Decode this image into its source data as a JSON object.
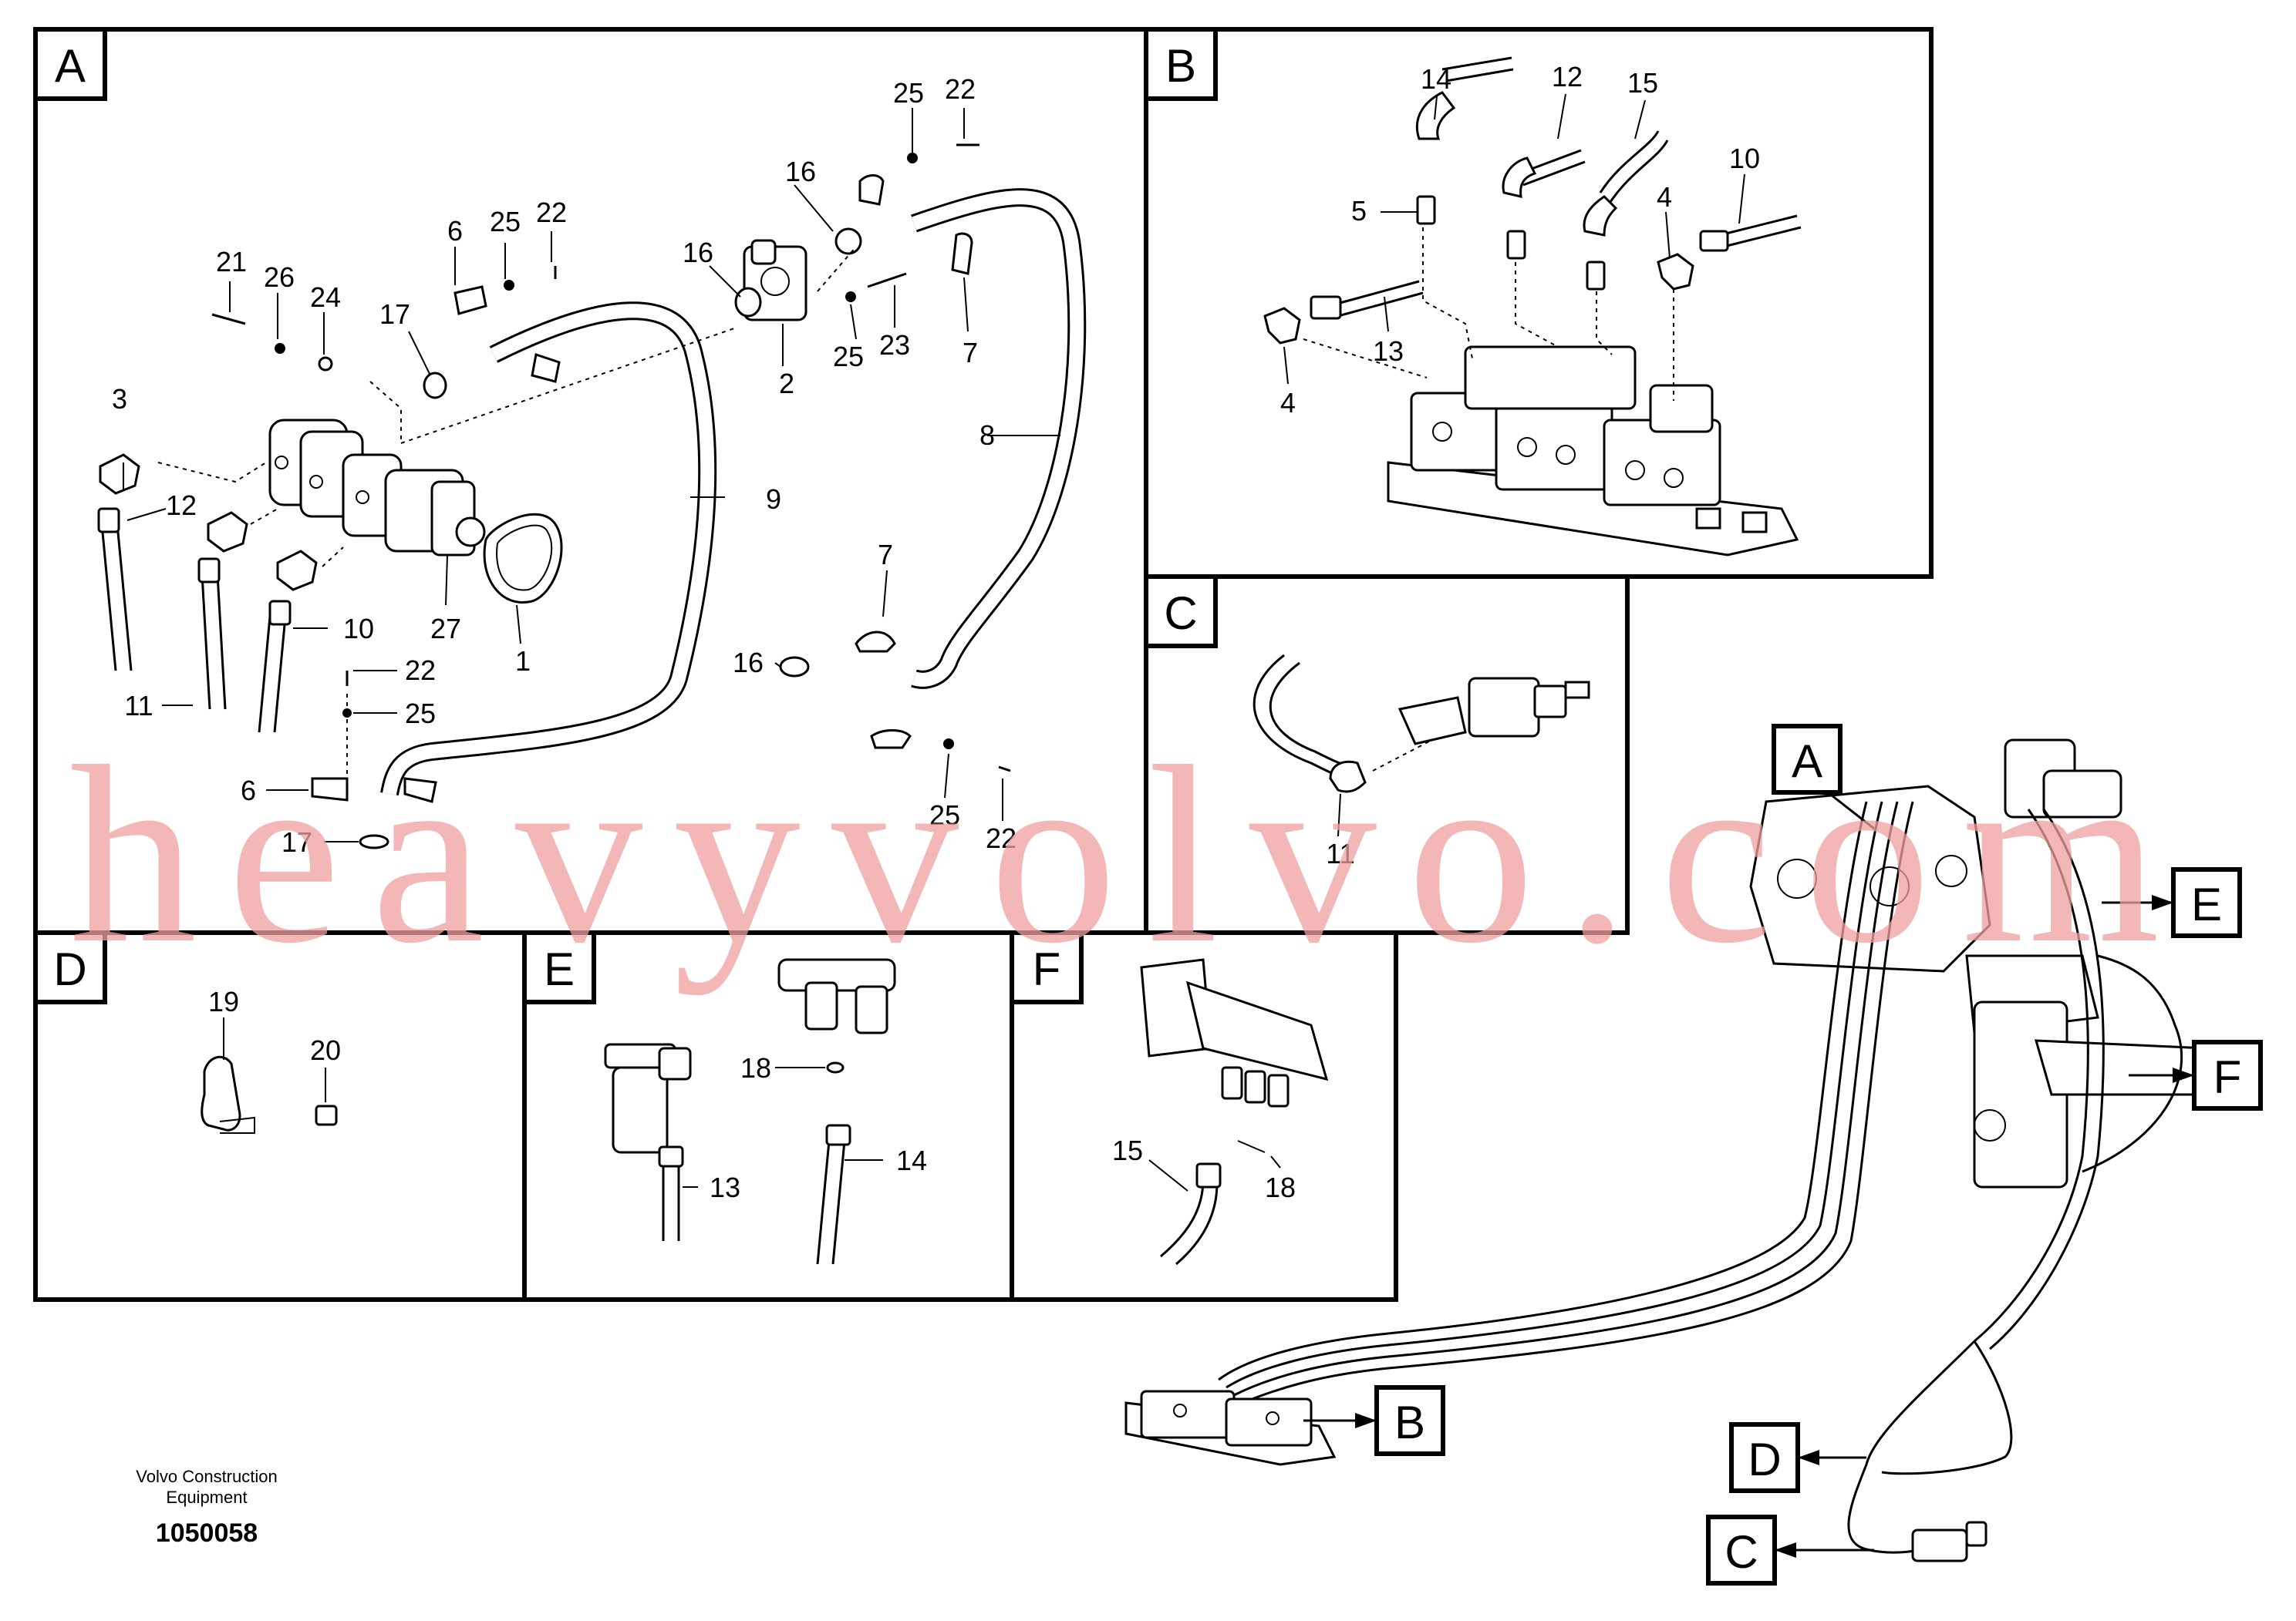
{
  "panels": {
    "A": {
      "tag": "A",
      "callouts": {
        "c1": "1",
        "c2": "2",
        "c3": "3",
        "c6a": "6",
        "c6b": "6",
        "c7a": "7",
        "c7b": "7",
        "c8": "8",
        "c9": "9",
        "c10": "10",
        "c11": "11",
        "c12": "12",
        "c16a": "16",
        "c16b": "16",
        "c16c": "16",
        "c17a": "17",
        "c17b": "17",
        "c21": "21",
        "c22a": "22",
        "c22b": "22",
        "c22c": "22",
        "c22d": "22",
        "c23": "23",
        "c24": "24",
        "c25a": "25",
        "c25b": "25",
        "c25c": "25",
        "c25d": "25",
        "c25e": "25",
        "c26": "26",
        "c27": "27"
      }
    },
    "B": {
      "tag": "B",
      "callouts": {
        "c4a": "4",
        "c4b": "4",
        "c5": "5",
        "c10": "10",
        "c12": "12",
        "c13": "13",
        "c14": "14",
        "c15": "15"
      }
    },
    "C": {
      "tag": "C",
      "callouts": {
        "c11": "11"
      }
    },
    "D": {
      "tag": "D",
      "callouts": {
        "c19": "19",
        "c20": "20"
      }
    },
    "E": {
      "tag": "E",
      "callouts": {
        "c13": "13",
        "c14": "14",
        "c18": "18"
      }
    },
    "F": {
      "tag": "F",
      "callouts": {
        "c15": "15",
        "c18": "18"
      }
    }
  },
  "overview": {
    "tags": {
      "A": "A",
      "B": "B",
      "C": "C",
      "D": "D",
      "E": "E",
      "F": "F"
    }
  },
  "footer": {
    "company_line1": "Volvo Construction",
    "company_line2": "Equipment",
    "drawing_number": "1050058"
  },
  "watermark": "heavyvolvo.com",
  "colors": {
    "ink": "#000000",
    "watermark": "#f0a0a0",
    "background": "#ffffff"
  }
}
